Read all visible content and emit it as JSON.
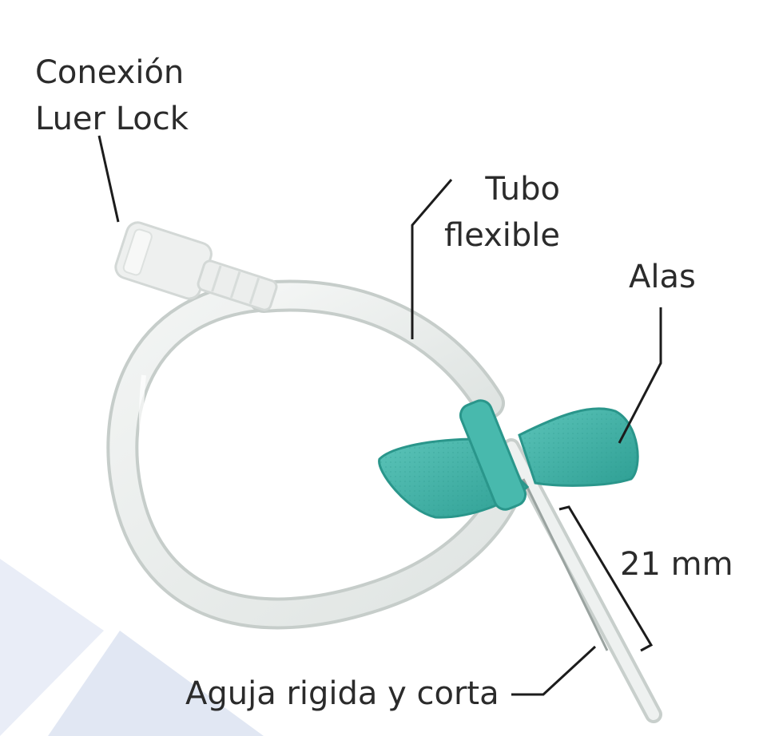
{
  "labels": {
    "luer_lock": [
      "Conexión",
      "Luer Lock"
    ],
    "tube": [
      "Tubo",
      "flexible"
    ],
    "wings": "Alas",
    "needle_length": "21 mm",
    "needle": "Aguja rigida y corta"
  },
  "colors": {
    "text": "#2b2b2b",
    "leader_line": "#1c1c1c",
    "tube": "#e4e8e6",
    "tube_edge": "#c9d0cd",
    "wings": "#3fb3a8",
    "wings_dark": "#2a968b",
    "background_shape_light": "#edf1f9",
    "background_shape_mid": "#e2e8f4"
  }
}
